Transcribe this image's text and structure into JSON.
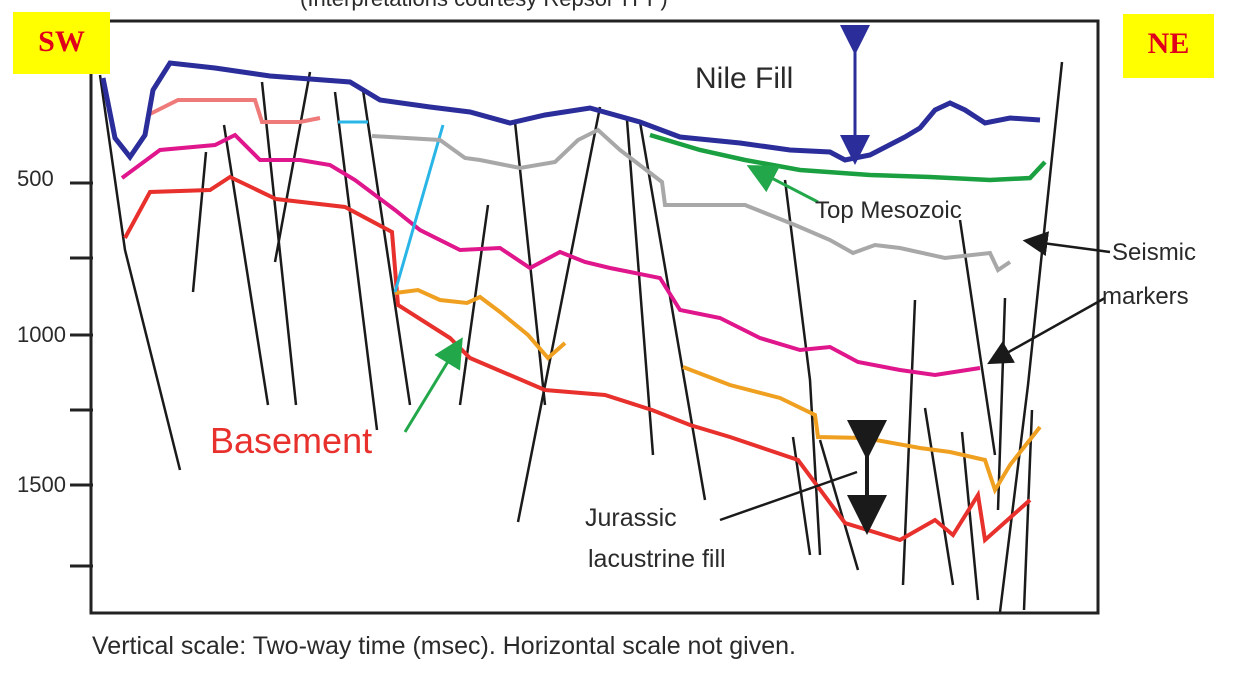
{
  "title_partial": "(Interpretations courtesy Repsol YPF)",
  "badges": {
    "left": "SW",
    "right": "NE"
  },
  "labels": {
    "nile_fill": "Nile Fill",
    "top_mesozoic": "Top Mesozoic",
    "seismic_line1": "Seismic",
    "seismic_line2": "markers",
    "basement": "Basement",
    "jurassic_line1": "Jurassic",
    "jurassic_line2": "lacustrine fill"
  },
  "axis": {
    "tick_labels": [
      "500",
      "1000",
      "1500"
    ]
  },
  "caption": "Vertical scale: Two-way time (msec).  Horizontal scale not given.",
  "colors": {
    "badge_bg": "#ffff00",
    "badge_text": "#e0001b",
    "nile_fill_horizon": "#2b2e9a",
    "top_mesozoic_horizon": "#1aa040",
    "grey_horizon": "#a8a8a8",
    "pink_horizon": "#e0168c",
    "orange_horizon": "#f0a020",
    "basement_horizon": "#e8302c",
    "salmon_horizon": "#ee7a7a",
    "cyan_horizon": "#29b6e6",
    "faults": "#1a1a1a",
    "annotation_arrow_green": "#22a84a"
  }
}
